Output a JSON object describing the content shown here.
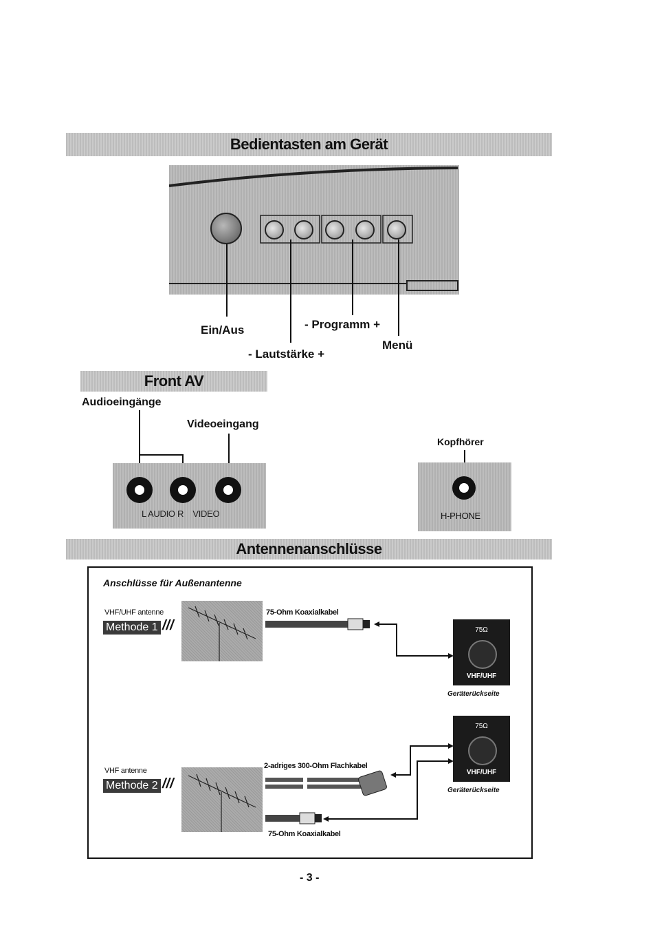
{
  "sections": {
    "controls_title": "Bedientasten am Gerät",
    "front_av_title": "Front AV",
    "antenna_title": "Antennenanschlüsse"
  },
  "controls": {
    "power_label": "Ein/Aus",
    "volume_label": "- Lautstärke +",
    "program_label": "- Programm +",
    "menu_label": "Menü"
  },
  "front_av": {
    "audio_inputs_label": "Audioeingänge",
    "video_input_label": "Videoeingang",
    "panel_text": "L AUDIO R    VIDEO",
    "headphone_label": "Kopfhörer",
    "headphone_panel_text": "H-PHONE"
  },
  "antenna": {
    "box_title": "Anschlüsse für Außenantenne",
    "method1": {
      "antenna_label": "VHF/UHF antenne",
      "method_label": "Methode 1",
      "cable_label": "75-Ohm Koaxialkabel",
      "rear_ohm": "75Ω",
      "rear_label": "VHF/UHF",
      "rear_caption": "Geräterückseite"
    },
    "method2": {
      "antenna_label": "VHF antenne",
      "method_label": "Methode 2",
      "flat_cable_label": "2-adriges 300-Ohm Flachkabel",
      "coax_label": "75-Ohm Koaxialkabel",
      "rear_ohm": "75Ω",
      "rear_label": "VHF/UHF",
      "rear_caption": "Geräterückseite"
    }
  },
  "page_number": "- 3 -"
}
